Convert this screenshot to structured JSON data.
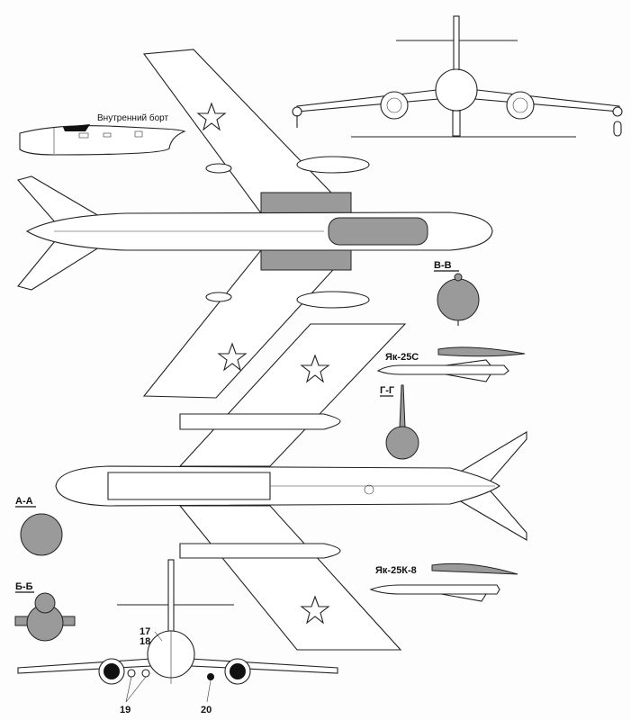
{
  "labels": {
    "inner_side": "Внутренний борт",
    "section_vv": "В-В",
    "variant_25s": "Як-25С",
    "section_gg": "Г-Г",
    "section_aa": "А-А",
    "section_bb": "Б-Б",
    "variant_25k8": "Як-25К-8",
    "callout_17": "17",
    "callout_18": "18",
    "callout_19": "19",
    "callout_20": "20"
  },
  "colors": {
    "line": "#222222",
    "shading": "#9a9a9a",
    "paper": "#fdfdfd"
  }
}
